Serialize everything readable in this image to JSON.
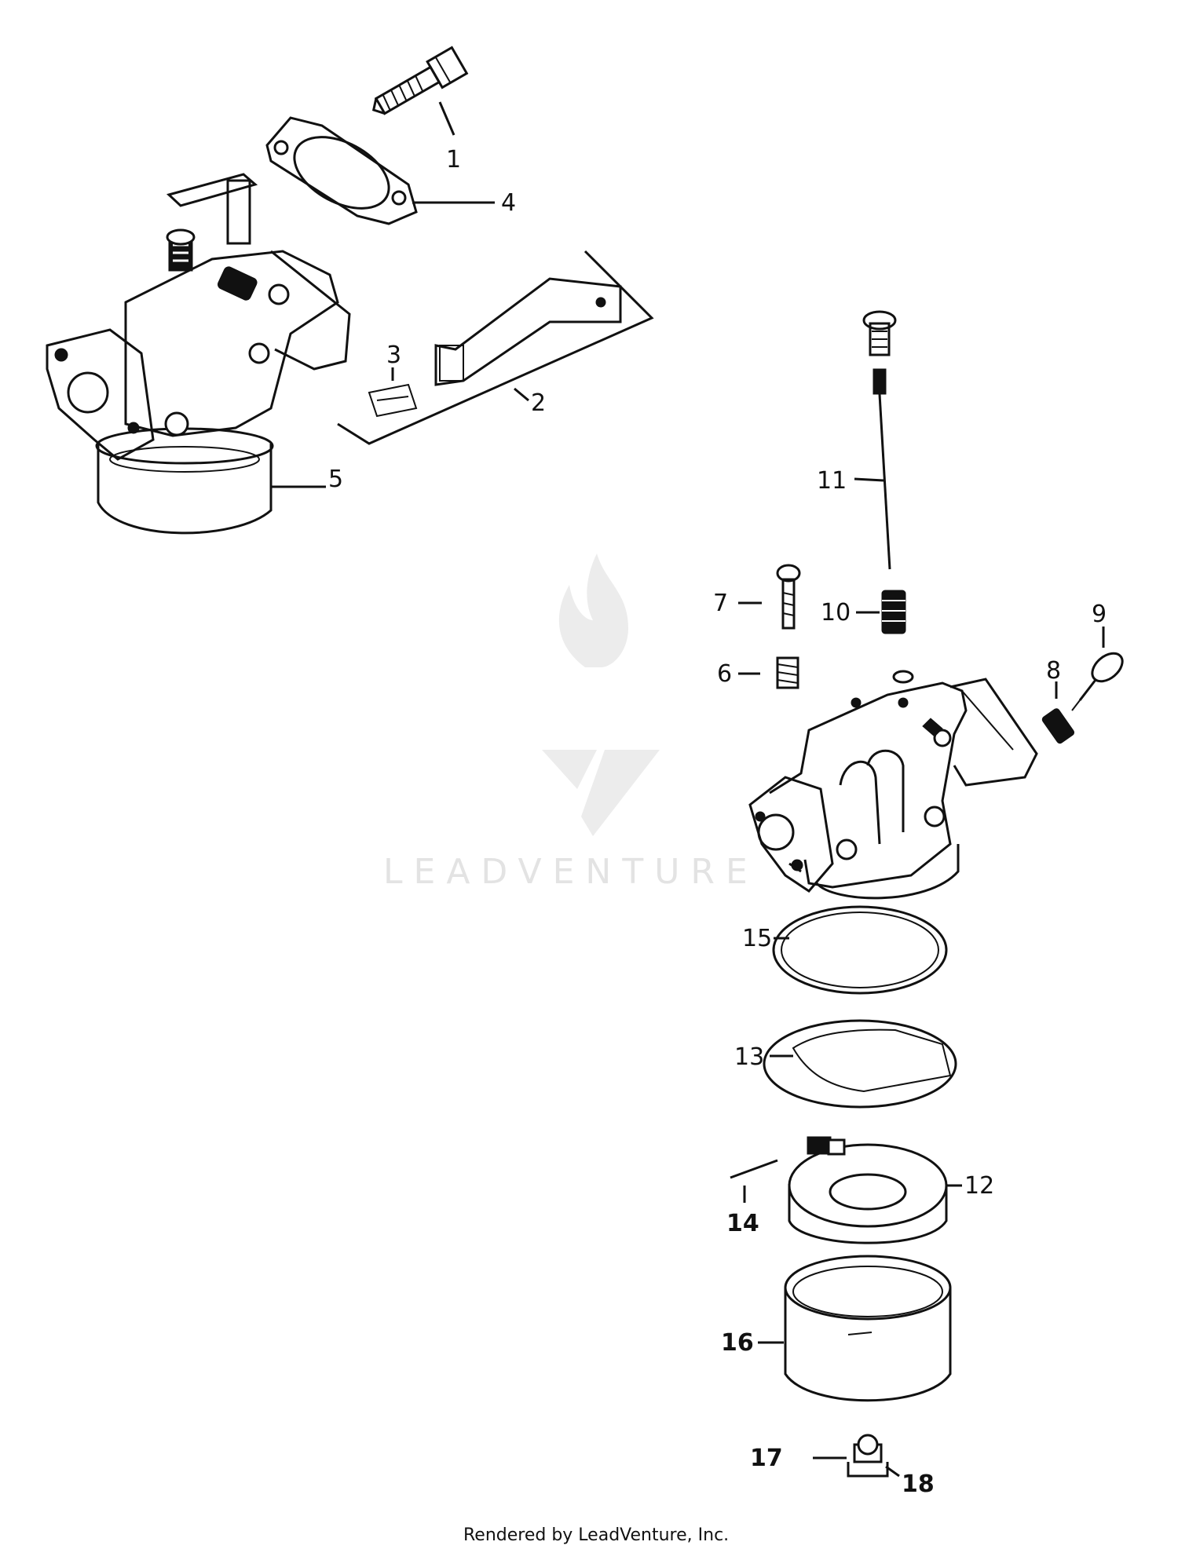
{
  "parts": [
    {
      "id": "1",
      "label": "1"
    },
    {
      "id": "2",
      "label": "2"
    },
    {
      "id": "3",
      "label": "3"
    },
    {
      "id": "4",
      "label": "4"
    },
    {
      "id": "5",
      "label": "5"
    },
    {
      "id": "6",
      "label": "6"
    },
    {
      "id": "7",
      "label": "7"
    },
    {
      "id": "8",
      "label": "8"
    },
    {
      "id": "9",
      "label": "9"
    },
    {
      "id": "10",
      "label": "10"
    },
    {
      "id": "11",
      "label": "11"
    },
    {
      "id": "12",
      "label": "12"
    },
    {
      "id": "13",
      "label": "13"
    },
    {
      "id": "14",
      "label": "14"
    },
    {
      "id": "15",
      "label": "15"
    },
    {
      "id": "16",
      "label": "16"
    },
    {
      "id": "17",
      "label": "17"
    },
    {
      "id": "18",
      "label": "18"
    }
  ],
  "watermark": {
    "text": "LEADVENTURE"
  },
  "footer": {
    "text": "Rendered by LeadVenture, Inc."
  },
  "colors": {
    "ink": "#111111",
    "watermark": "#e3e3e3",
    "background": "#ffffff"
  }
}
